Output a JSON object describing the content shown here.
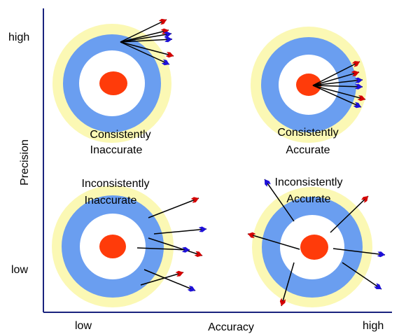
{
  "axes": {
    "y_label": "Precision",
    "x_label": "Accuracy",
    "y_high": "high",
    "y_low": "low",
    "x_low": "low",
    "x_high": "high"
  },
  "targets": [
    {
      "id": "ci",
      "label_line1": "Consistently",
      "label_line2": "Inaccurate"
    },
    {
      "id": "ca",
      "label_line1": "Consistently",
      "label_line2": "Accurate"
    },
    {
      "id": "ii",
      "label_line1": "Inconsistently",
      "label_line2": "Inaccurate"
    },
    {
      "id": "ia",
      "label_line1": "Inconsistently",
      "label_line2": "Accurate"
    }
  ],
  "colors": {
    "outer_ring": "#fbf8b4",
    "blue_ring": "#6a9ef0",
    "white_ring": "#ffffff",
    "bullseye": "#ff3b0a",
    "axis": "#1a237e",
    "fletch_red": "#d40000",
    "fletch_blue": "#1e10d8"
  }
}
